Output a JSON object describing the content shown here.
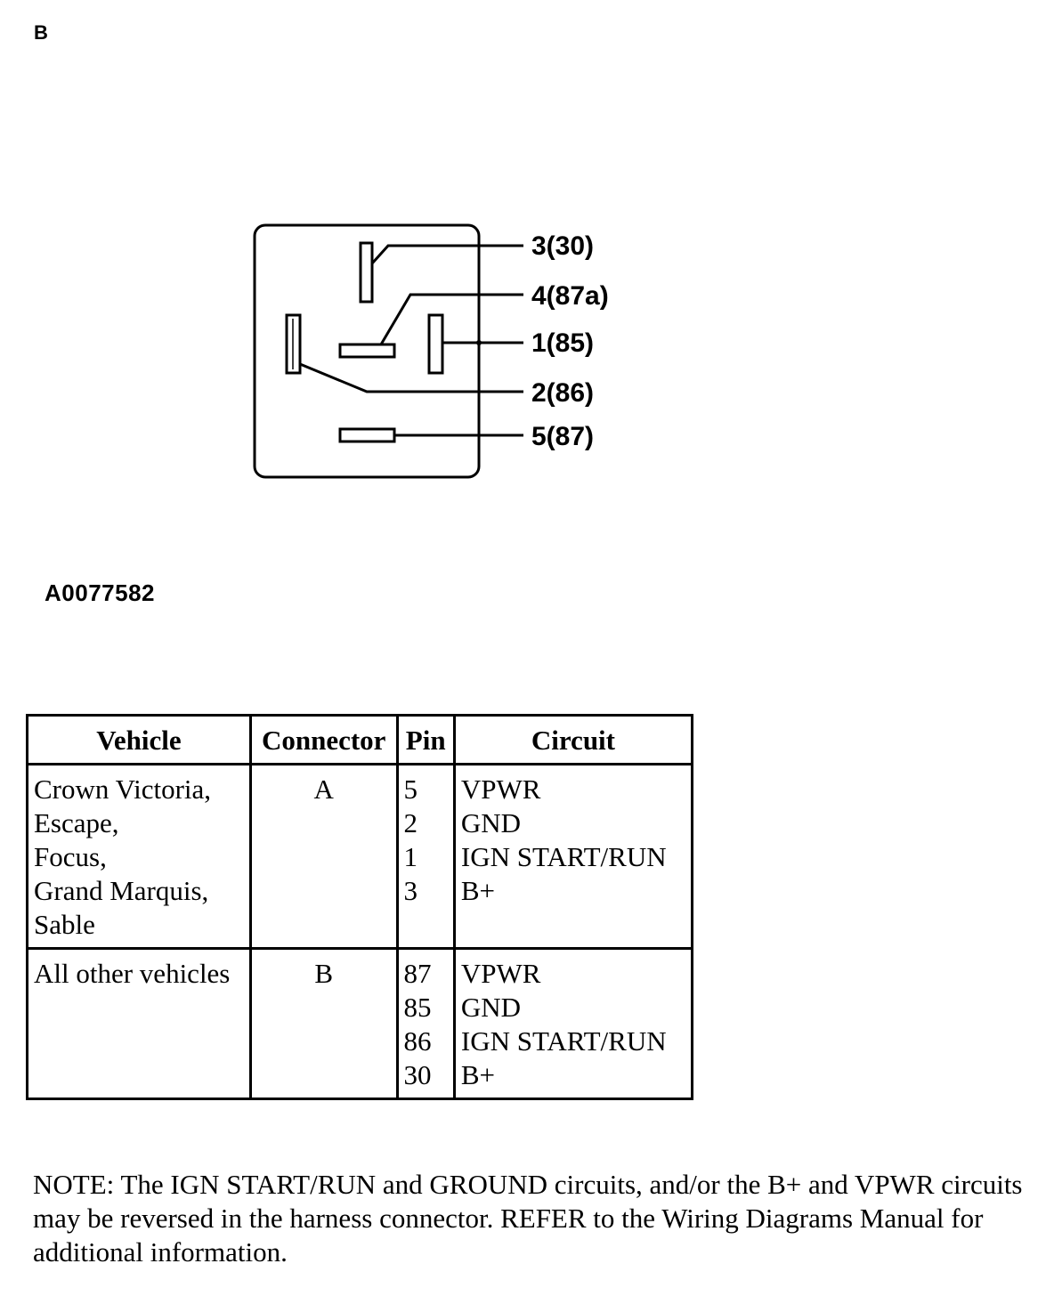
{
  "section_letter": "B",
  "diagram": {
    "pin_labels": [
      "3(30)",
      "4(87a)",
      "1(85)",
      "2(86)",
      "5(87)"
    ],
    "figure_id": "A0077582"
  },
  "table": {
    "headers": [
      "Vehicle",
      "Connector",
      "Pin",
      "Circuit"
    ],
    "rows": [
      {
        "vehicle": [
          "Crown Victoria,",
          "Escape,",
          "Focus,",
          "Grand Marquis,",
          "Sable"
        ],
        "connector": "A",
        "pins": [
          "5",
          "2",
          "1",
          "3"
        ],
        "circuits": [
          "VPWR",
          "GND",
          "IGN START/RUN",
          "B+"
        ]
      },
      {
        "vehicle": [
          "All other vehicles"
        ],
        "connector": "B",
        "pins": [
          "87",
          "85",
          "86",
          "30"
        ],
        "circuits": [
          "VPWR",
          "GND",
          "IGN START/RUN",
          "B+"
        ]
      }
    ]
  },
  "note": "NOTE: The IGN START/RUN and GROUND circuits, and/or the B+ and VPWR circuits may be reversed in the harness connector. REFER to the Wiring Diagrams Manual for additional information."
}
